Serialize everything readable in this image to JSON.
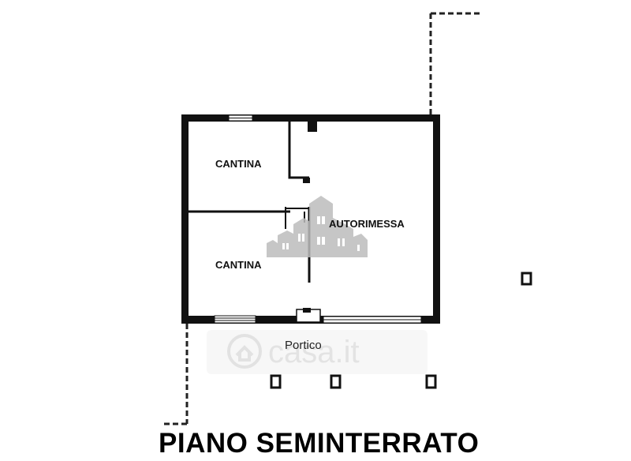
{
  "rooms": {
    "cantina_upper": "CANTINA",
    "cantina_lower": "CANTINA",
    "autorimessa": "AUTORIMESSA",
    "portico": "Portico"
  },
  "title": "PIANO SEMINTERRATO",
  "watermark": {
    "text": "casa.it"
  },
  "colors": {
    "walls": "#111111",
    "watermark": "#d0d0d0",
    "background": "#ffffff"
  }
}
